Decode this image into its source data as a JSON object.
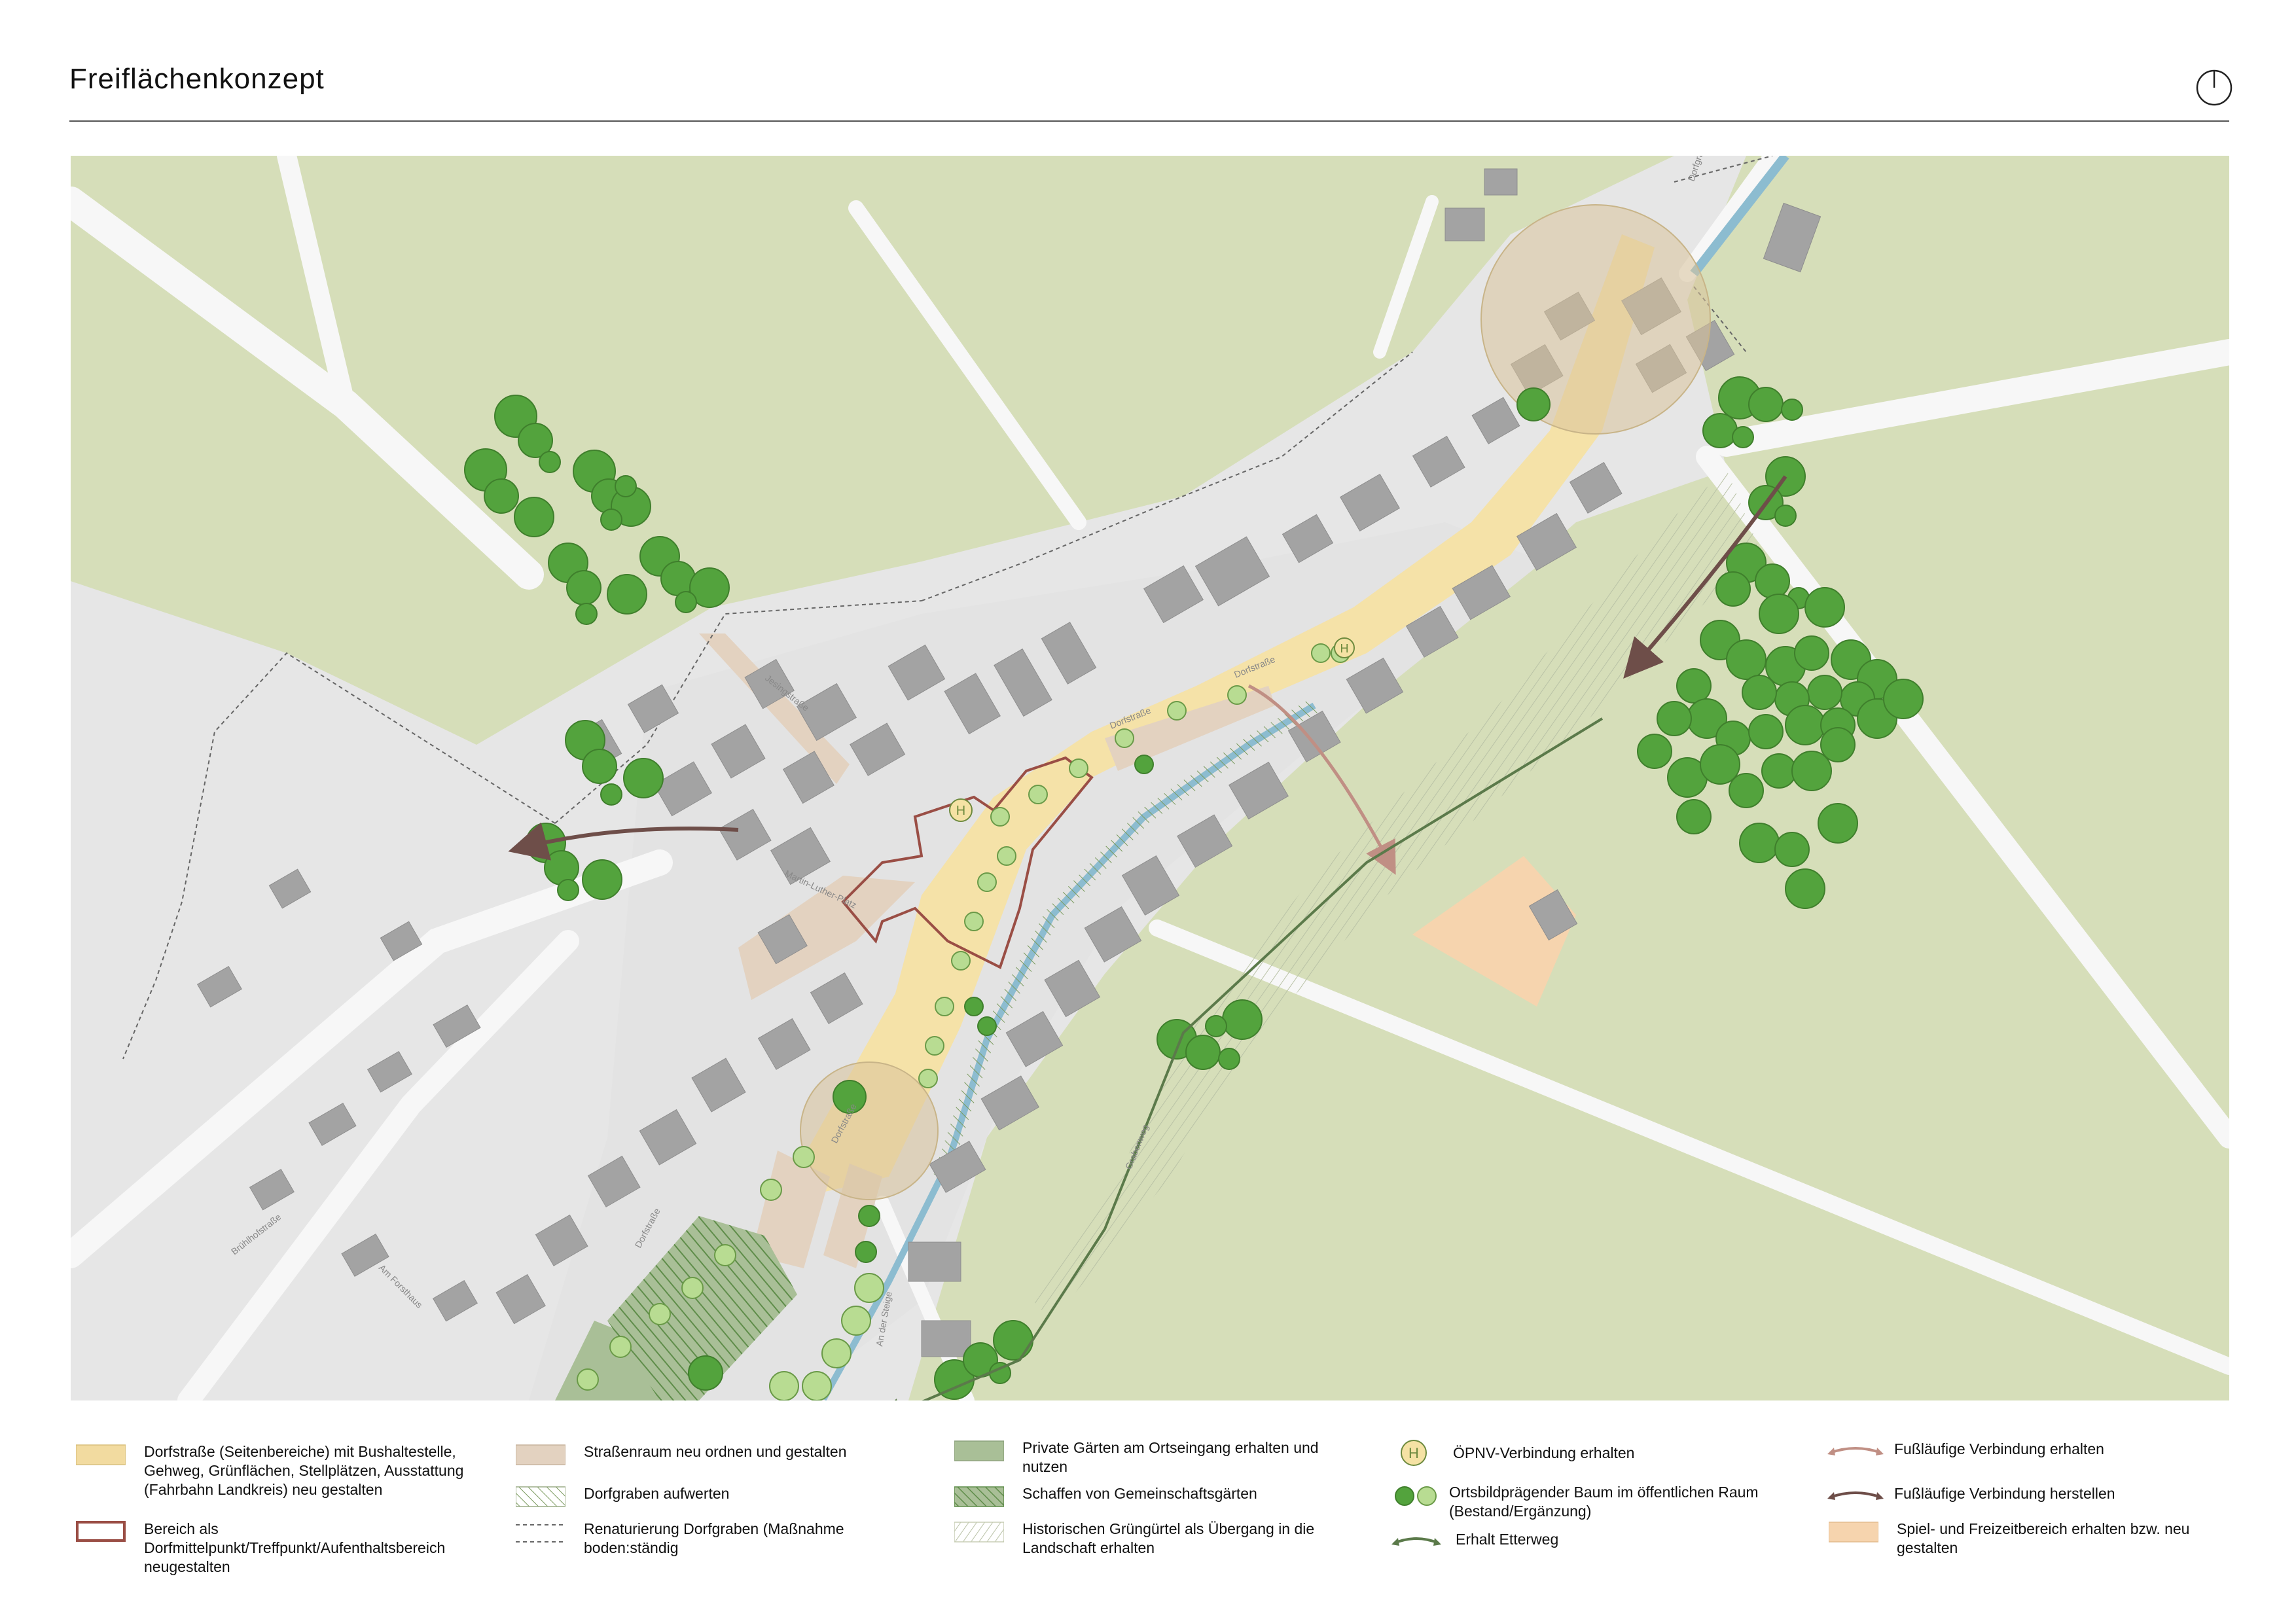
{
  "header": {
    "title": "Freiflächenkonzept"
  },
  "icons": {
    "north": "north-arrow-icon",
    "bus": "bus-stop-icon"
  },
  "colors": {
    "field": "#d6deb9",
    "settlement": "#e6e6e6",
    "road": "#f7f7f7",
    "building": "#a3a3a3",
    "dorfstrasse": "#f5e2a4",
    "strassenraum": "#e3d2c0",
    "center_outline": "#9a4e45",
    "tree_existing": "#53a33d",
    "tree_new": "#b8dc92",
    "water": "#8cbcd0",
    "garden_private": "#a9bf97",
    "play_area": "#f6d4ae",
    "path_keep": "#c08f84",
    "path_new": "#6e4e49",
    "etterweg": "#5b7a4a",
    "knot": "#d8c29a"
  },
  "map": {
    "street_labels": [
      "Dorfstraße",
      "Dorfstraße",
      "Dorfstraße",
      "Dorfstraße",
      "Jesingstraße",
      "Martin-Luther-Platz",
      "Brühlhofstraße",
      "Am Forsthaus",
      "An der Steige",
      "Grabenweg",
      "Dorfgraben"
    ],
    "bus_stop_letter": "H"
  },
  "legend": {
    "items": [
      {
        "label": "Dorfstraße (Seitenbereiche) mit Bushaltestelle, Gehweg, Grünflächen, Stellplätzen, Ausstattung (Fahrbahn Landkreis) neu gestalten"
      },
      {
        "label": "Bereich als Dorfmittelpunkt/Treffpunkt/Aufenthaltsbereich neugestalten"
      },
      {
        "label": "Straßenraum neu ordnen und gestalten"
      },
      {
        "label": "Dorfgraben aufwerten"
      },
      {
        "label": "Renaturierung Dorfgraben (Maßnahme boden:ständig"
      },
      {
        "label": "Private Gärten am Ortseingang erhalten und nutzen"
      },
      {
        "label": "Schaffen von Gemeinschaftsgärten"
      },
      {
        "label": "Historischen Grüngürtel als Übergang in die Landschaft erhalten"
      },
      {
        "label": "ÖPNV-Verbindung erhalten"
      },
      {
        "label": "Ortsbildprägender Baum im öffentlichen Raum (Bestand/Ergänzung)"
      },
      {
        "label": "Erhalt Etterweg"
      },
      {
        "label": "Fußläufige Verbindung erhalten"
      },
      {
        "label": "Fußläufige Verbindung herstellen"
      },
      {
        "label": "Spiel- und Freizeitbereich erhalten bzw. neu gestalten"
      }
    ]
  }
}
